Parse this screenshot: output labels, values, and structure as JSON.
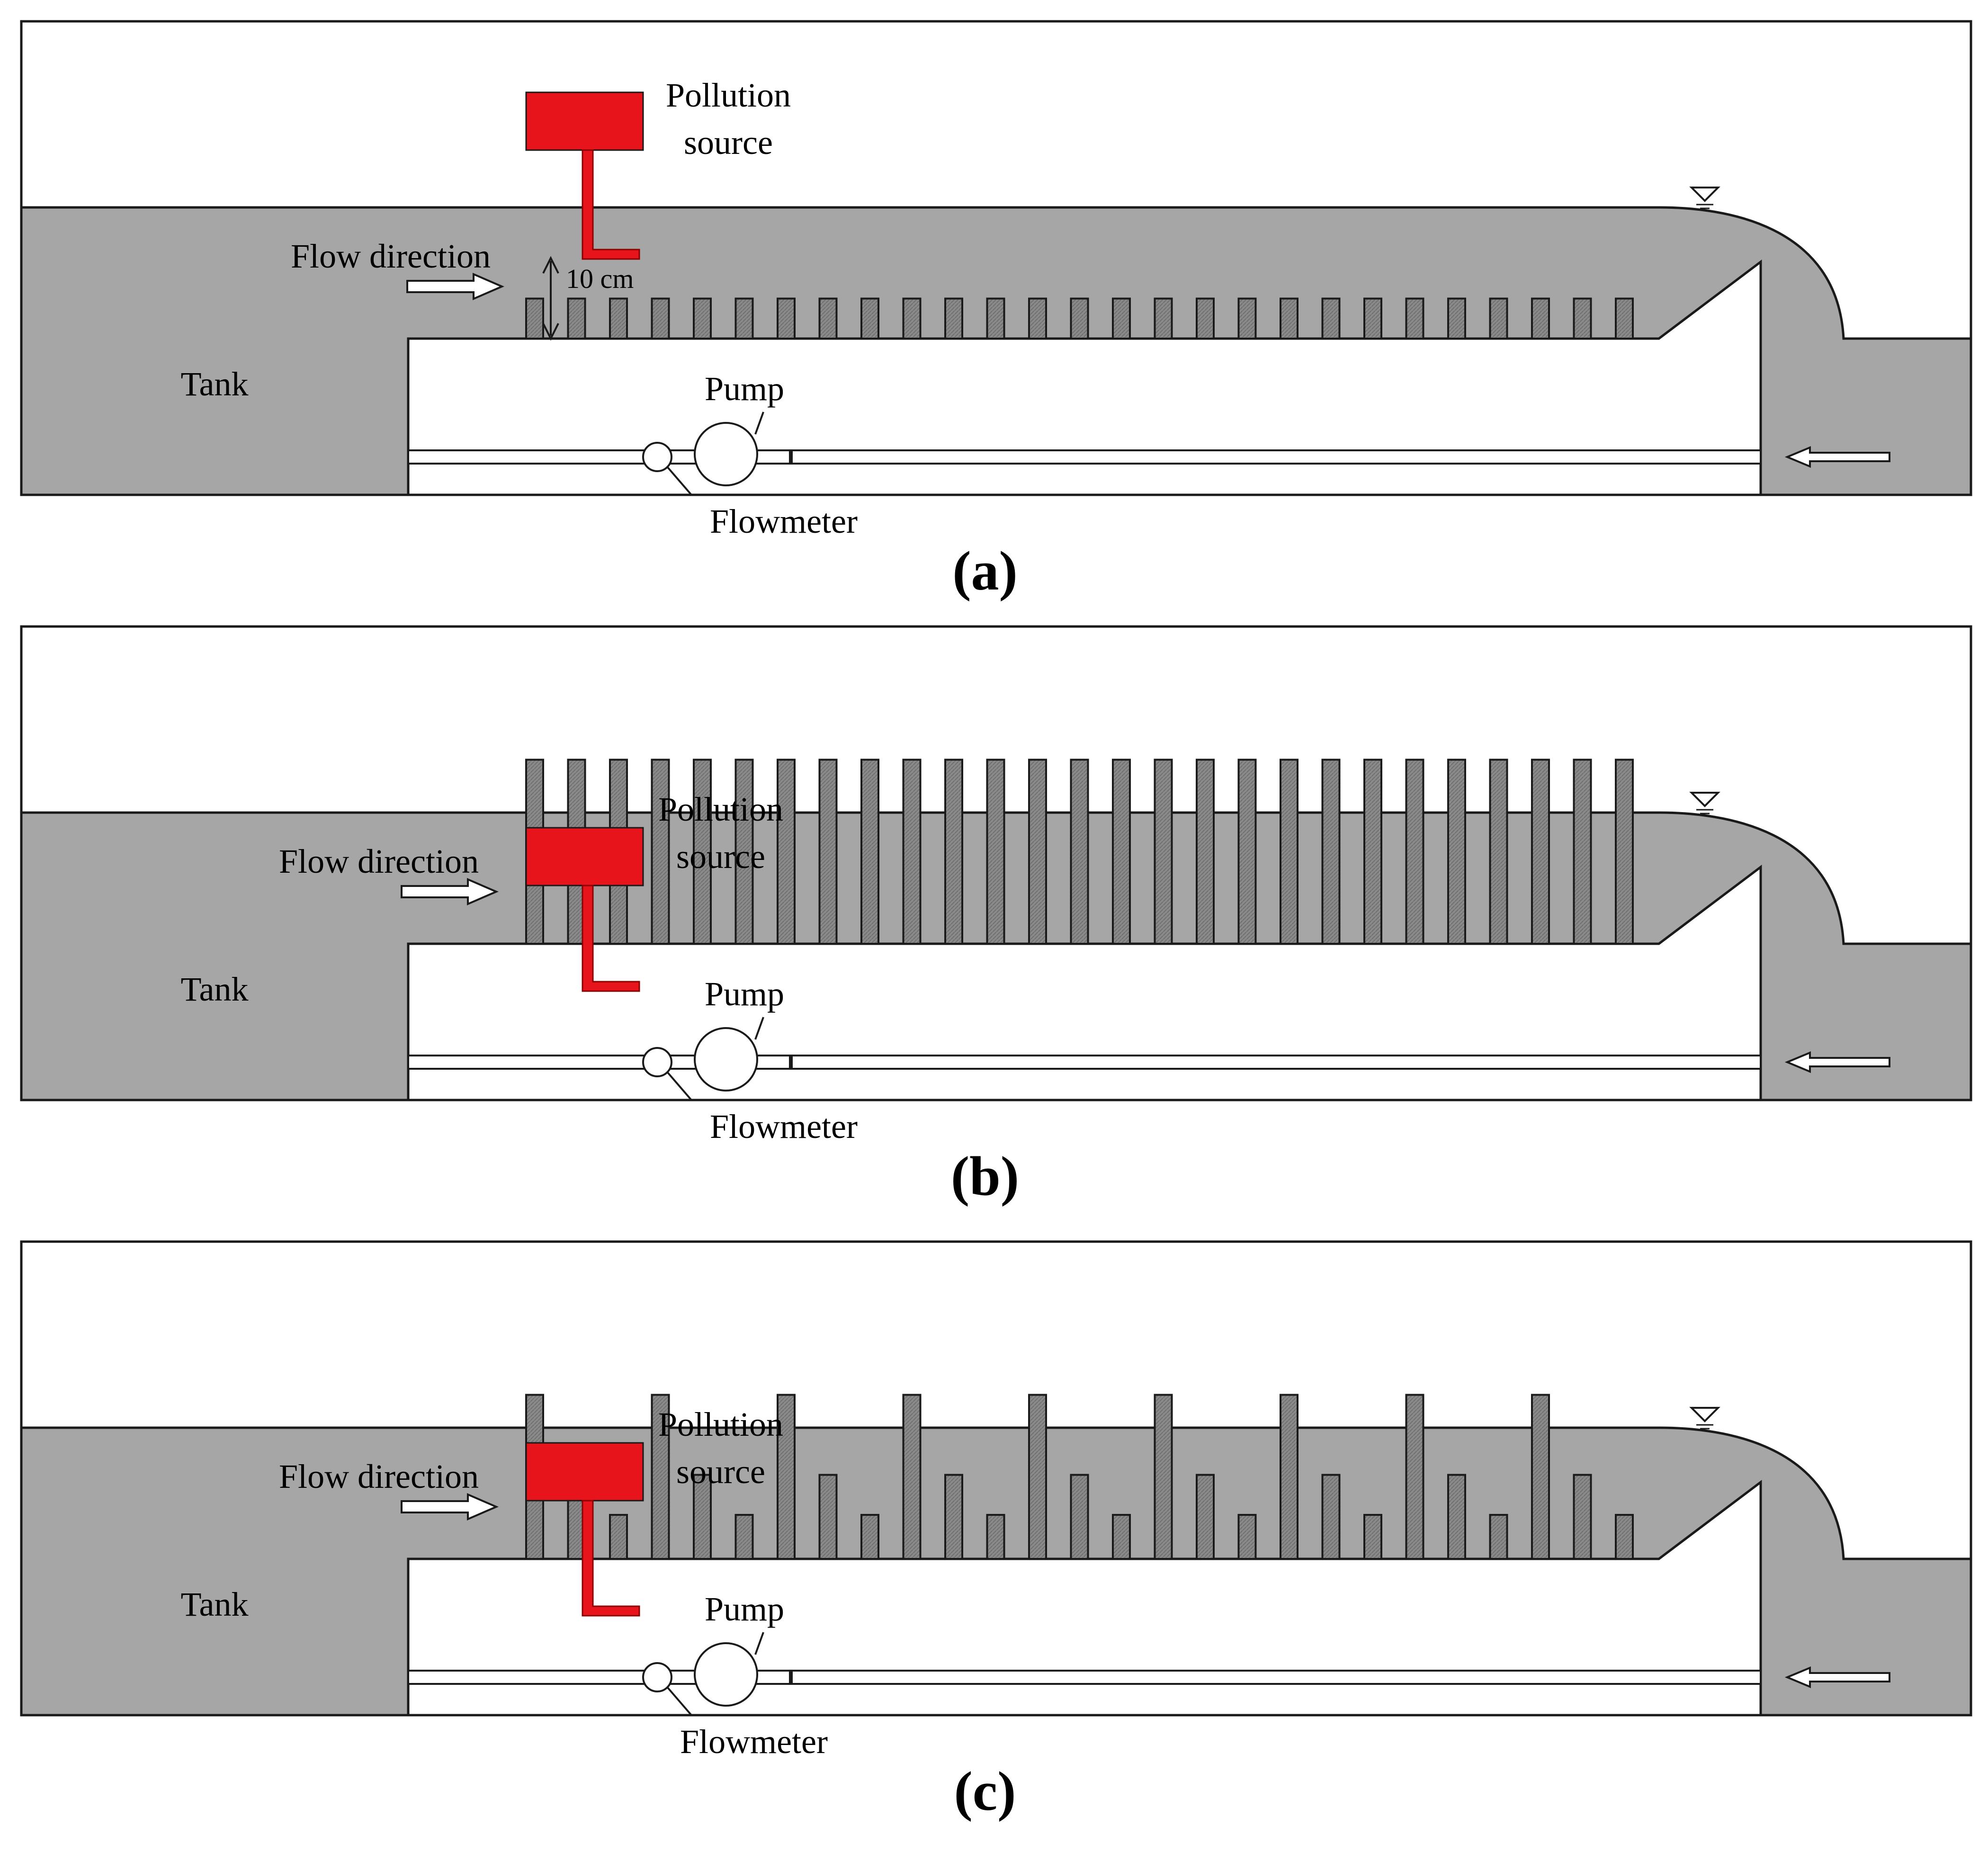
{
  "colors": {
    "water": "#a6a6a6",
    "stem": "#8a8a8a",
    "source": "#e8141b",
    "line": "#1a1a1a",
    "background": "#ffffff"
  },
  "labels": {
    "pollution_line1": "Pollution",
    "pollution_line2": "source",
    "flow_direction": "Flow direction",
    "tank": "Tank",
    "pump": "Pump",
    "flowmeter": "Flowmeter",
    "dimension": "10 cm"
  },
  "panels": [
    {
      "caption": "(a)",
      "vegetation": "submerged",
      "stem_heights_cm": [
        10,
        10,
        10,
        10,
        10,
        10,
        10,
        10,
        10,
        10,
        10,
        10,
        10,
        10,
        10,
        10,
        10,
        10,
        10,
        10,
        10,
        10,
        10,
        10,
        10,
        10,
        10
      ]
    },
    {
      "caption": "(b)",
      "vegetation": "emergent",
      "stem_heights_cm": [
        46,
        46,
        46,
        46,
        46,
        46,
        46,
        46,
        46,
        46,
        46,
        46,
        46,
        46,
        46,
        46,
        46,
        46,
        46,
        46,
        46,
        46,
        46,
        46,
        46,
        46,
        46
      ]
    },
    {
      "caption": "(c)",
      "vegetation": "mixed",
      "stem_heights_cm": [
        41,
        21,
        11,
        41,
        21,
        11,
        41,
        21,
        11,
        41,
        21,
        11,
        41,
        21,
        11,
        41,
        21,
        11,
        41,
        21,
        11,
        41,
        21,
        11,
        41,
        21,
        11
      ]
    }
  ]
}
